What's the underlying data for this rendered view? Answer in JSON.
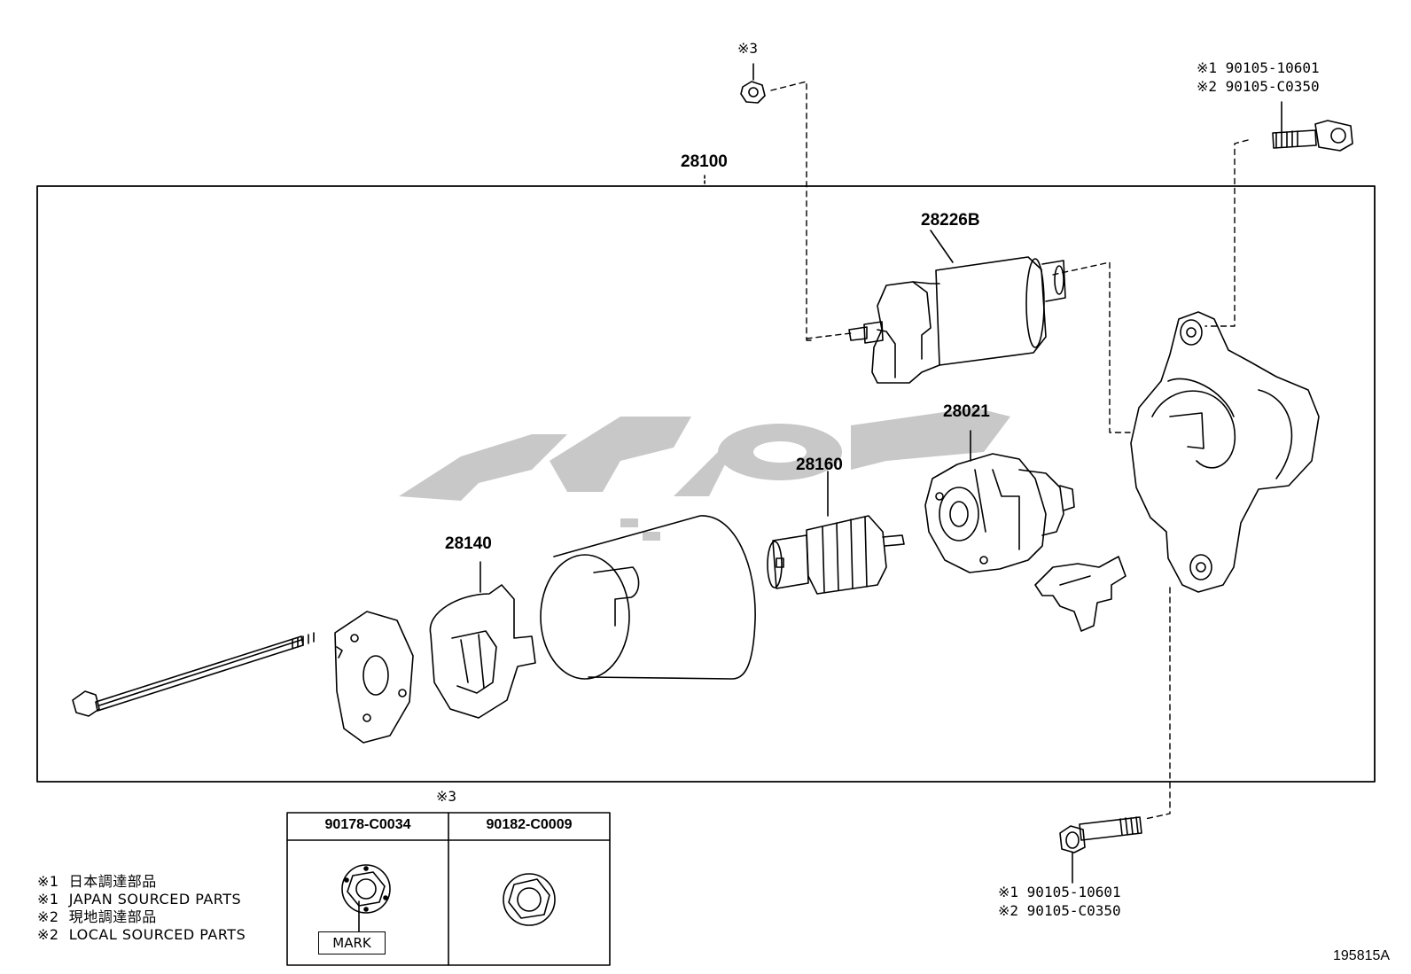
{
  "labels": {
    "assembly": "28100",
    "solenoid": "28226B",
    "commutator_end": "28021",
    "armature": "28160",
    "brush_holder": "28140",
    "top_nut_ref": "※3",
    "top_bolt_1": "※1 90105-10601",
    "top_bolt_2": "※2 90105-C0350",
    "bottom_bolt_1": "※1 90105-10601",
    "bottom_bolt_2": "※2 90105-C0350",
    "ref_code": "195815A"
  },
  "nut_table": {
    "ref": "※3",
    "col1_part": "90178-C0034",
    "col2_part": "90182-C0009",
    "mark_label": "MARK"
  },
  "notes": [
    "※1  日本調達部品",
    "※1  JAPAN SOURCED PARTS",
    "※2  現地調達部品",
    "※2  LOCAL SOURCED PARTS"
  ],
  "watermark_color": "#c8c8c8"
}
